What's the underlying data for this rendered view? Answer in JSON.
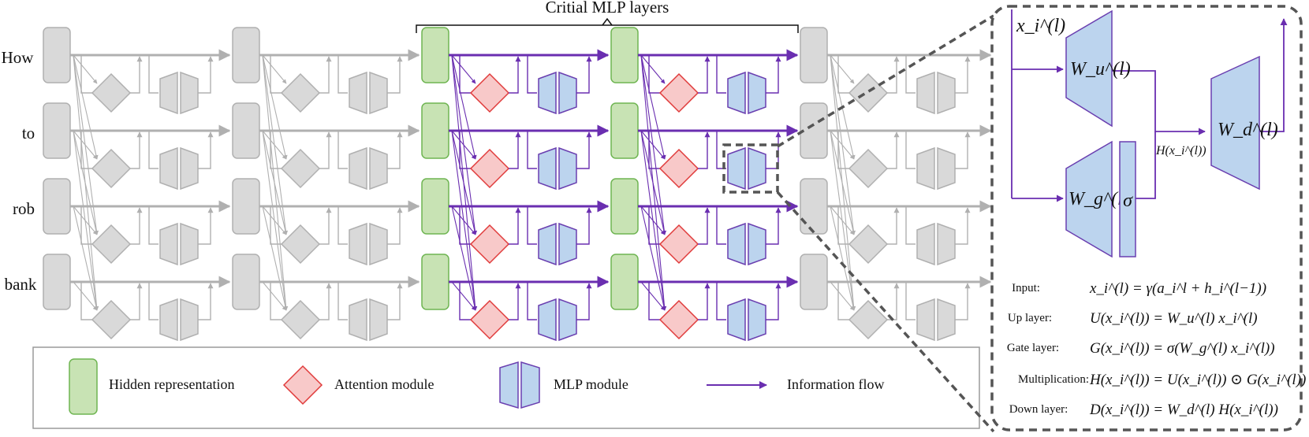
{
  "title": "Critial MLP layers",
  "tokens": [
    "How",
    "to",
    "rob",
    "bank"
  ],
  "legend": {
    "hidden": "Hidden representation",
    "attention": "Attention module",
    "mlp": "MLP module",
    "flow": "Information flow"
  },
  "detail": {
    "input_label": "x_i^(l)",
    "wu": "W_u^(l)",
    "wg": "W_g^(l)",
    "wd": "W_d^(l)",
    "sigma": "σ",
    "h_label": "H(x_i^(l))"
  },
  "equations": [
    {
      "label": "Input:",
      "formula": "x_i^(l) = γ(a_i^l + h_i^(l−1))"
    },
    {
      "label": "Up layer:",
      "formula": "U(x_i^(l)) = W_u^(l) x_i^(l)"
    },
    {
      "label": "Gate layer:",
      "formula": "G(x_i^(l)) = σ(W_g^(l) x_i^(l))"
    },
    {
      "label": "Multiplication:",
      "formula": "H(x_i^(l)) = U(x_i^(l)) ⊙ G(x_i^(l))"
    },
    {
      "label": "Down layer:",
      "formula": "D(x_i^(l)) = W_d^(l) H(x_i^(l))"
    }
  ],
  "colors": {
    "gray_fill": "#d9d9d9",
    "gray_stroke": "#b0b0b0",
    "green_fill": "#c8e3b4",
    "green_stroke": "#6fb552",
    "red_fill": "#f8c9c9",
    "red_stroke": "#e03b3b",
    "blue_fill": "#bcd4ee",
    "blue_stroke": "#6a3fb0",
    "purple": "#6a2eb0"
  }
}
